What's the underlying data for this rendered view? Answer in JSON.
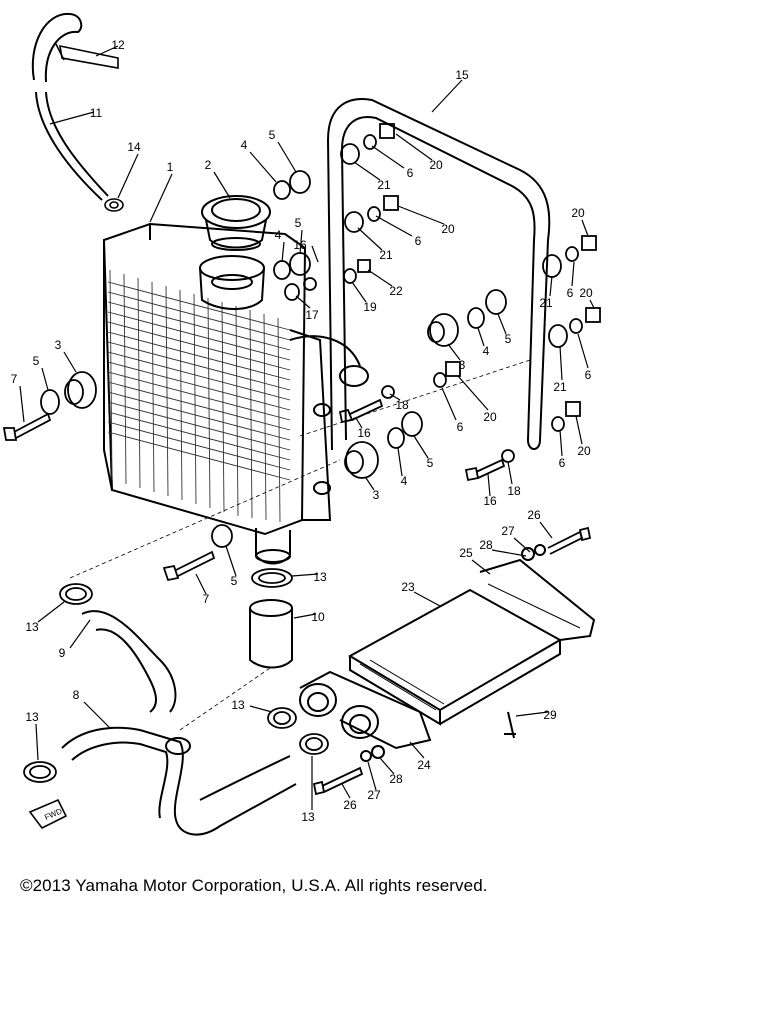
{
  "diagram": {
    "callouts": [
      {
        "id": "c1",
        "text": "1"
      },
      {
        "id": "c2",
        "text": "2"
      },
      {
        "id": "c3a",
        "text": "3"
      },
      {
        "id": "c3b",
        "text": "3"
      },
      {
        "id": "c3c",
        "text": "3"
      },
      {
        "id": "c4a",
        "text": "4"
      },
      {
        "id": "c4b",
        "text": "4"
      },
      {
        "id": "c4c",
        "text": "4"
      },
      {
        "id": "c4d",
        "text": "4"
      },
      {
        "id": "c5a",
        "text": "5"
      },
      {
        "id": "c5b",
        "text": "5"
      },
      {
        "id": "c5c",
        "text": "5"
      },
      {
        "id": "c5d",
        "text": "5"
      },
      {
        "id": "c5e",
        "text": "5"
      },
      {
        "id": "c5f",
        "text": "5"
      },
      {
        "id": "c6a",
        "text": "6"
      },
      {
        "id": "c6b",
        "text": "6"
      },
      {
        "id": "c6c",
        "text": "6"
      },
      {
        "id": "c6d",
        "text": "6"
      },
      {
        "id": "c6e",
        "text": "6"
      },
      {
        "id": "c6f",
        "text": "6"
      },
      {
        "id": "c7a",
        "text": "7"
      },
      {
        "id": "c7b",
        "text": "7"
      },
      {
        "id": "c8",
        "text": "8"
      },
      {
        "id": "c9",
        "text": "9"
      },
      {
        "id": "c10",
        "text": "10"
      },
      {
        "id": "c11",
        "text": "11"
      },
      {
        "id": "c12",
        "text": "12"
      },
      {
        "id": "c13a",
        "text": "13"
      },
      {
        "id": "c13b",
        "text": "13"
      },
      {
        "id": "c13c",
        "text": "13"
      },
      {
        "id": "c13d",
        "text": "13"
      },
      {
        "id": "c13e",
        "text": "13"
      },
      {
        "id": "c14",
        "text": "14"
      },
      {
        "id": "c15",
        "text": "15"
      },
      {
        "id": "c16a",
        "text": "16"
      },
      {
        "id": "c16b",
        "text": "16"
      },
      {
        "id": "c16c",
        "text": "16"
      },
      {
        "id": "c17",
        "text": "17"
      },
      {
        "id": "c18a",
        "text": "18"
      },
      {
        "id": "c18b",
        "text": "18"
      },
      {
        "id": "c19",
        "text": "19"
      },
      {
        "id": "c20a",
        "text": "20"
      },
      {
        "id": "c20b",
        "text": "20"
      },
      {
        "id": "c20c",
        "text": "20"
      },
      {
        "id": "c20d",
        "text": "20"
      },
      {
        "id": "c20e",
        "text": "20"
      },
      {
        "id": "c20f",
        "text": "20"
      },
      {
        "id": "c21a",
        "text": "21"
      },
      {
        "id": "c21b",
        "text": "21"
      },
      {
        "id": "c21c",
        "text": "21"
      },
      {
        "id": "c21d",
        "text": "21"
      },
      {
        "id": "c22",
        "text": "22"
      },
      {
        "id": "c23",
        "text": "23"
      },
      {
        "id": "c24",
        "text": "24"
      },
      {
        "id": "c25",
        "text": "25"
      },
      {
        "id": "c26a",
        "text": "26"
      },
      {
        "id": "c26b",
        "text": "26"
      },
      {
        "id": "c27a",
        "text": "27"
      },
      {
        "id": "c27b",
        "text": "27"
      },
      {
        "id": "c28a",
        "text": "28"
      },
      {
        "id": "c28b",
        "text": "28"
      },
      {
        "id": "c29",
        "text": "29"
      }
    ],
    "front_marker": "FWD"
  },
  "footer": {
    "copyright": "©2013 Yamaha Motor Corporation, U.S.A. All rights reserved."
  }
}
